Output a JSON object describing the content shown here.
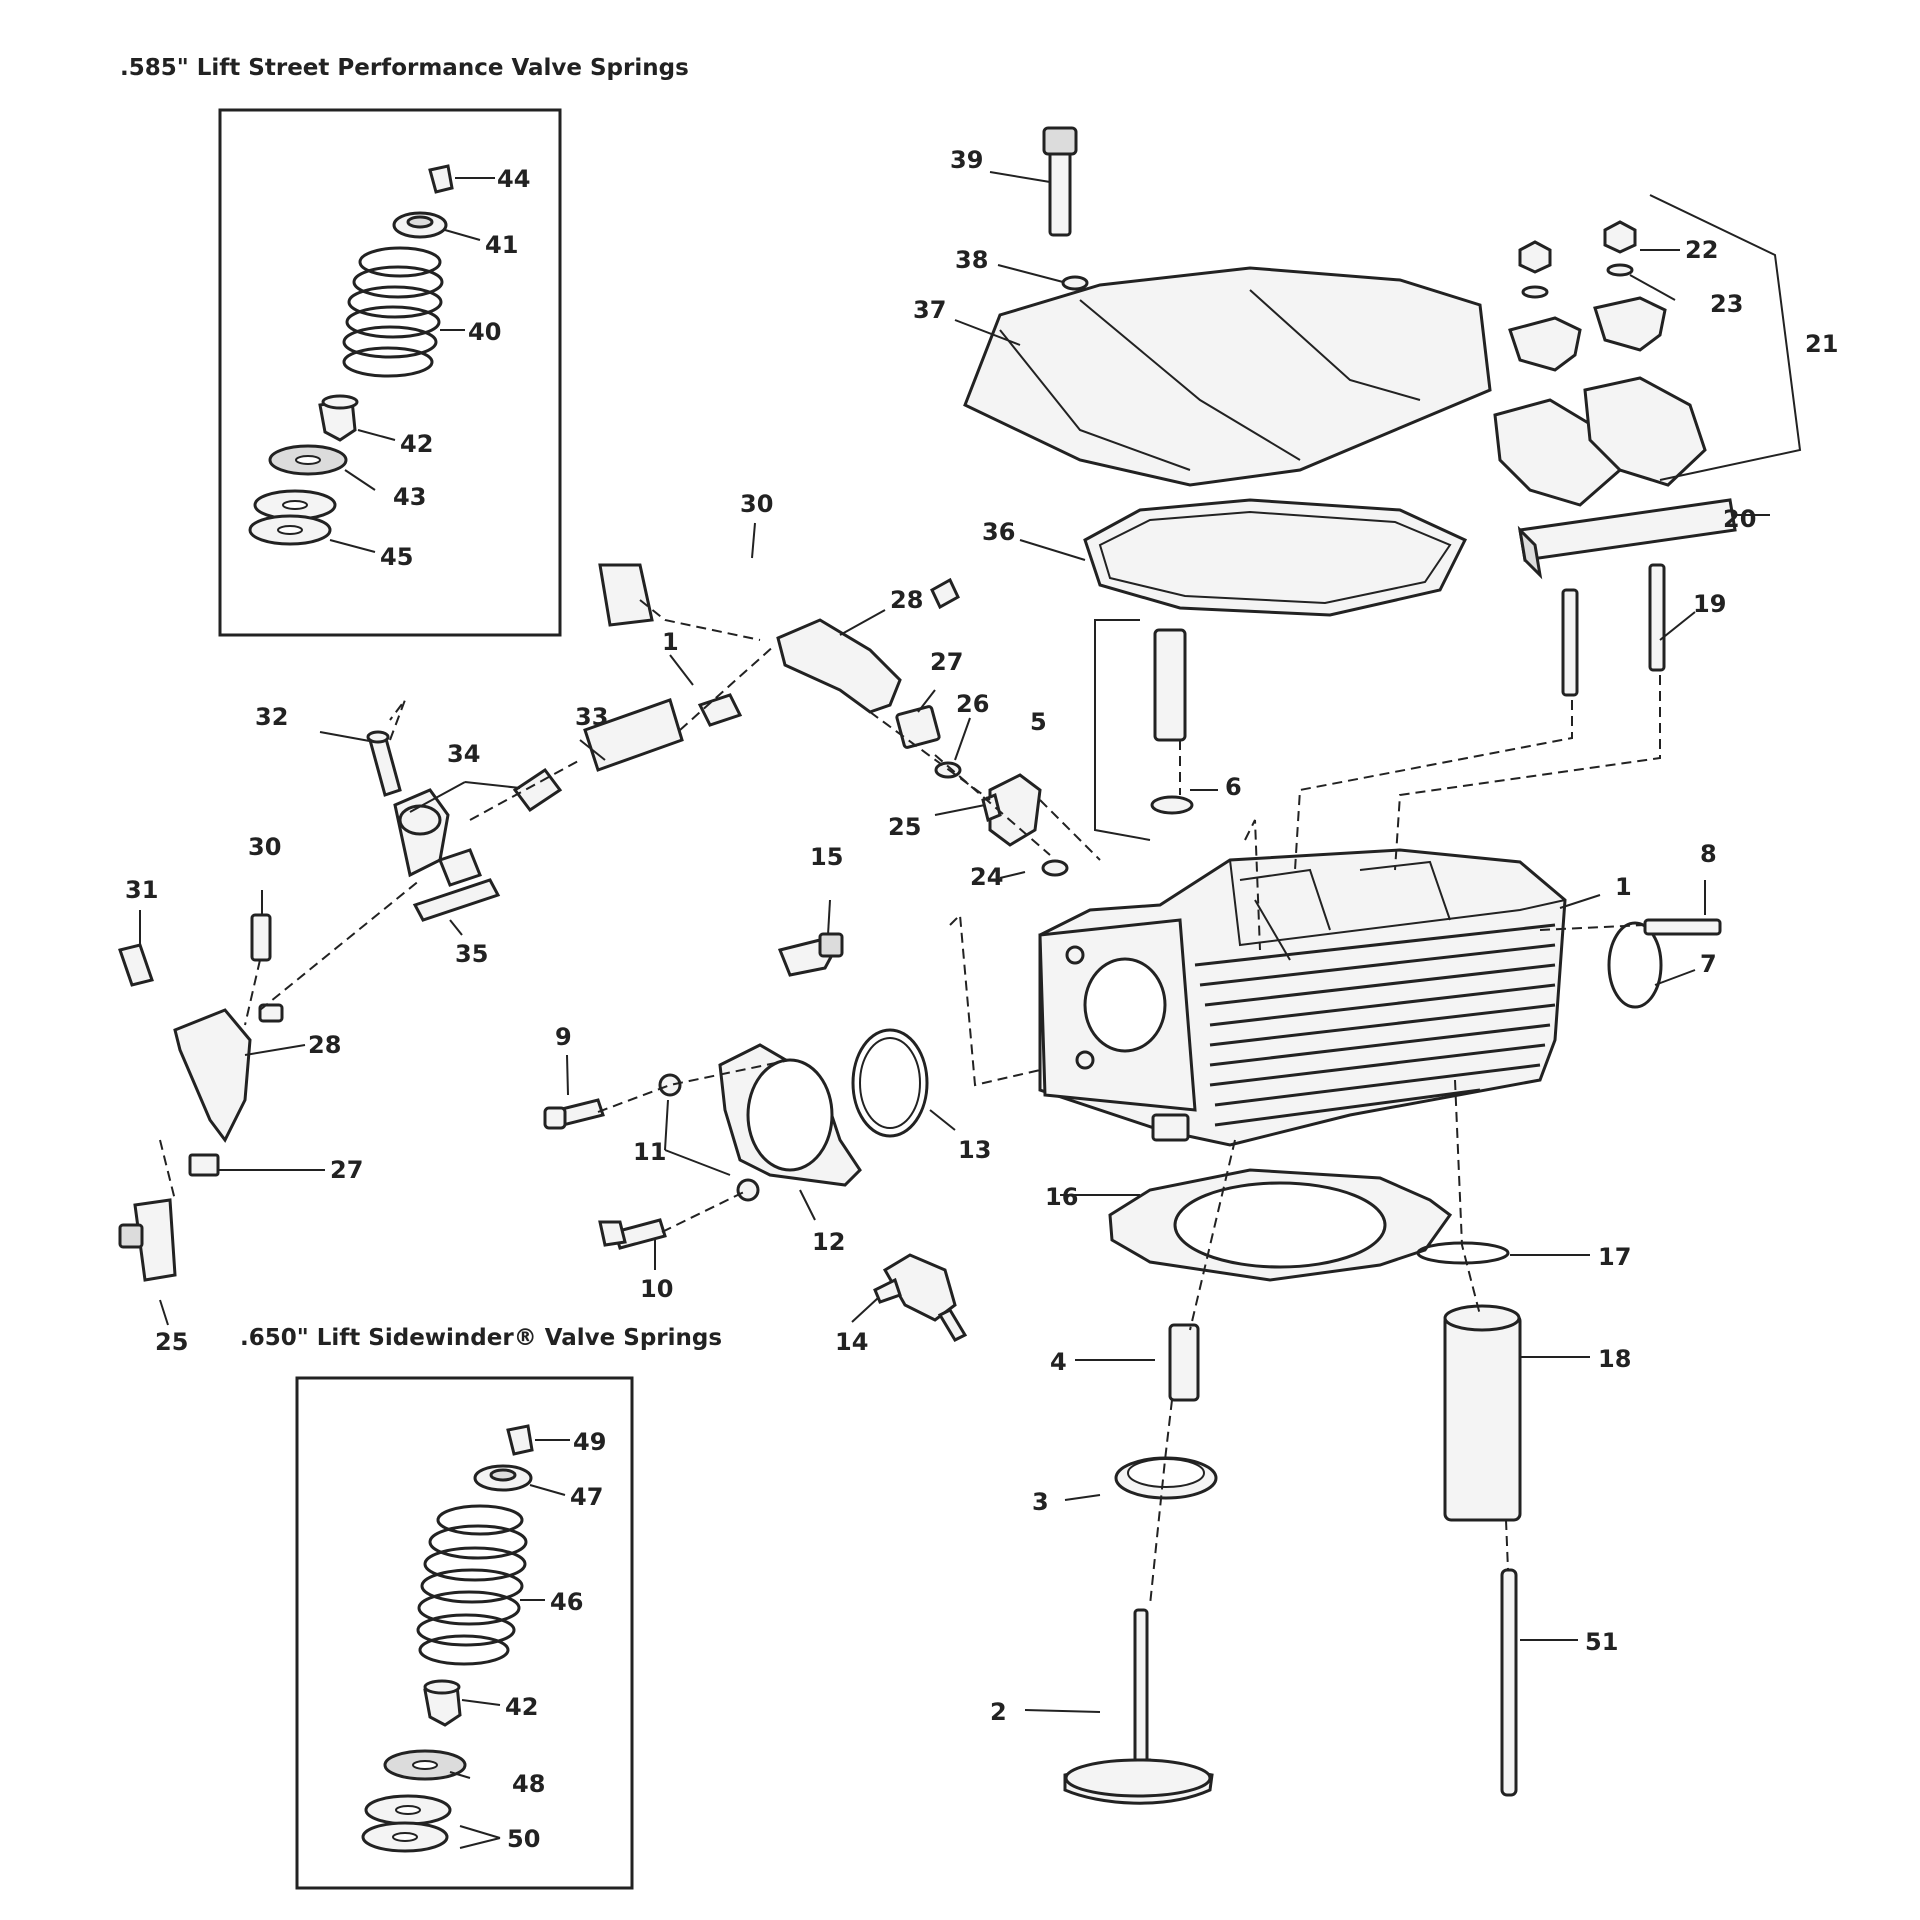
{
  "insets": {
    "top": {
      "title": ".585\" Lift Street Performance Valve Springs"
    },
    "bottom": {
      "title": ".650\" Lift Sidewinder® Valve Springs"
    }
  },
  "callouts": [
    {
      "id": "44",
      "label": "44"
    },
    {
      "id": "41",
      "label": "41"
    },
    {
      "id": "40",
      "label": "40"
    },
    {
      "id": "42a",
      "label": "42"
    },
    {
      "id": "43",
      "label": "43"
    },
    {
      "id": "45",
      "label": "45"
    },
    {
      "id": "49",
      "label": "49"
    },
    {
      "id": "47",
      "label": "47"
    },
    {
      "id": "46",
      "label": "46"
    },
    {
      "id": "42b",
      "label": "42"
    },
    {
      "id": "48",
      "label": "48"
    },
    {
      "id": "50",
      "label": "50"
    },
    {
      "id": "39",
      "label": "39"
    },
    {
      "id": "38",
      "label": "38"
    },
    {
      "id": "37",
      "label": "37"
    },
    {
      "id": "36",
      "label": "36"
    },
    {
      "id": "22",
      "label": "22"
    },
    {
      "id": "23",
      "label": "23"
    },
    {
      "id": "21",
      "label": "21"
    },
    {
      "id": "20",
      "label": "20"
    },
    {
      "id": "19",
      "label": "19"
    },
    {
      "id": "30a",
      "label": "30"
    },
    {
      "id": "28a",
      "label": "28"
    },
    {
      "id": "i1",
      "label": "1"
    },
    {
      "id": "27a",
      "label": "27"
    },
    {
      "id": "26",
      "label": "26"
    },
    {
      "id": "32",
      "label": "32"
    },
    {
      "id": "33",
      "label": "33"
    },
    {
      "id": "34",
      "label": "34"
    },
    {
      "id": "5",
      "label": "5"
    },
    {
      "id": "6",
      "label": "6"
    },
    {
      "id": "25a",
      "label": "25"
    },
    {
      "id": "24",
      "label": "24"
    },
    {
      "id": "15",
      "label": "15"
    },
    {
      "id": "1",
      "label": "1"
    },
    {
      "id": "8",
      "label": "8"
    },
    {
      "id": "7",
      "label": "7"
    },
    {
      "id": "30b",
      "label": "30"
    },
    {
      "id": "31",
      "label": "31"
    },
    {
      "id": "35",
      "label": "35"
    },
    {
      "id": "28b",
      "label": "28"
    },
    {
      "id": "27b",
      "label": "27"
    },
    {
      "id": "25b",
      "label": "25"
    },
    {
      "id": "9",
      "label": "9"
    },
    {
      "id": "11",
      "label": "11"
    },
    {
      "id": "13",
      "label": "13"
    },
    {
      "id": "12",
      "label": "12"
    },
    {
      "id": "10",
      "label": "10"
    },
    {
      "id": "16",
      "label": "16"
    },
    {
      "id": "14",
      "label": "14"
    },
    {
      "id": "17",
      "label": "17"
    },
    {
      "id": "4",
      "label": "4"
    },
    {
      "id": "18",
      "label": "18"
    },
    {
      "id": "3",
      "label": "3"
    },
    {
      "id": "51",
      "label": "51"
    },
    {
      "id": "2",
      "label": "2"
    }
  ]
}
